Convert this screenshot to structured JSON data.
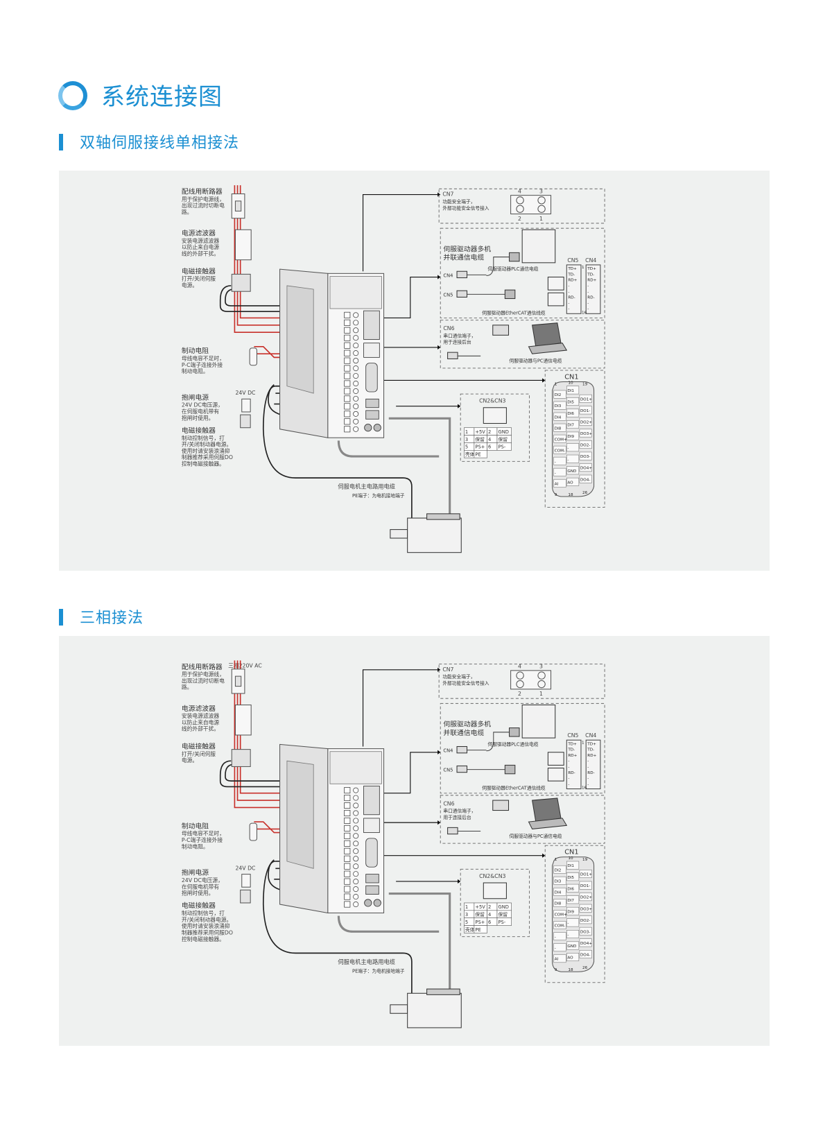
{
  "title": "系统连接图",
  "sections": [
    {
      "heading": "双轴伺服接线单相接法"
    },
    {
      "heading": "三相接法",
      "power_label": "三相220V AC"
    }
  ],
  "diagram_labels": {
    "breaker": {
      "title": "配线用断路器",
      "desc": [
        "用于保护电源线，",
        "出现过流时切断电",
        "路。"
      ]
    },
    "filter": {
      "title": "电源滤波器",
      "desc": [
        "安装电源滤波器",
        "以防止来自电源",
        "线的外部干扰。"
      ]
    },
    "contactor": {
      "title": "电磁接触器",
      "desc": [
        "打开/关闭伺服",
        "电源。"
      ]
    },
    "brake_resistor": {
      "title": "制动电阻",
      "desc": [
        "母线电容不足时，",
        "P-C端子连接外接",
        "制动电阻。"
      ]
    },
    "brake_power": {
      "title": "抱闸电源",
      "desc": [
        "24V DC电压源，",
        "在伺服电机带有",
        "抱闸时使用。"
      ]
    },
    "brake_contactor": {
      "title": "电磁接触器",
      "desc": [
        "制动控制信号，打",
        "开/关闭制动器电源。",
        "使用时请安装浪涌抑",
        "制器推荐采用伺服DO",
        "控制电磁接触器。"
      ]
    },
    "dc24": "24V DC",
    "cn7": {
      "title": "CN7",
      "desc": [
        "功能安全端子，",
        "外部功能安全信号接入"
      ],
      "pins": [
        "4",
        "3",
        "2",
        "1"
      ]
    },
    "multi": {
      "title": [
        "伺服驱动器多机",
        "并联通信电缆"
      ],
      "cn4": "CN4",
      "cn5": "CN5",
      "plc_cable": "伺服驱动器PLC通信电缆",
      "ethercat_cable": "伺服驱动器EtherCAT通信线缆",
      "port_cn5": "CN5",
      "port_cn4": "CN4",
      "port_pins": [
        "TD+",
        "TD-",
        "RD+",
        "-",
        "-",
        "RD-",
        "-",
        "-"
      ],
      "pin_first": "1",
      "pin_last": "16"
    },
    "cn6": {
      "title": "CN6",
      "desc": [
        "串口通信端子，",
        "用于连接后台"
      ],
      "pc_cable": "伺服驱动器与PC通信电缆"
    },
    "cn1": {
      "title": "CN1",
      "col_left": [
        "DI2",
        "DI3",
        "DI4",
        "DI8",
        "COM+",
        "COM-",
        "-",
        "-",
        "AI"
      ],
      "col_mid": [
        "DI1",
        "DI5",
        "DI6",
        "DI7",
        "DI9",
        "-",
        "-",
        "GND",
        "AO"
      ],
      "col_right": [
        "DO1+",
        "DO1-",
        "DO2+",
        "DO3+",
        "DO2-",
        "DO3-",
        "DO4+",
        "DO4-"
      ],
      "corner": [
        "1",
        "10",
        "19",
        "9",
        "18",
        "26"
      ]
    },
    "cn23": {
      "title": "CN2&CN3",
      "rows": [
        [
          "1",
          "+5V",
          "2",
          "GND"
        ],
        [
          "3",
          "保留",
          "4",
          "保留"
        ],
        [
          "5",
          "PS+",
          "6",
          "PS-"
        ],
        [
          "壳体",
          "PE"
        ]
      ]
    },
    "motor_cable": "伺服电机主电路用电缆",
    "pe_note": "PE端子：为电机接地端子"
  }
}
